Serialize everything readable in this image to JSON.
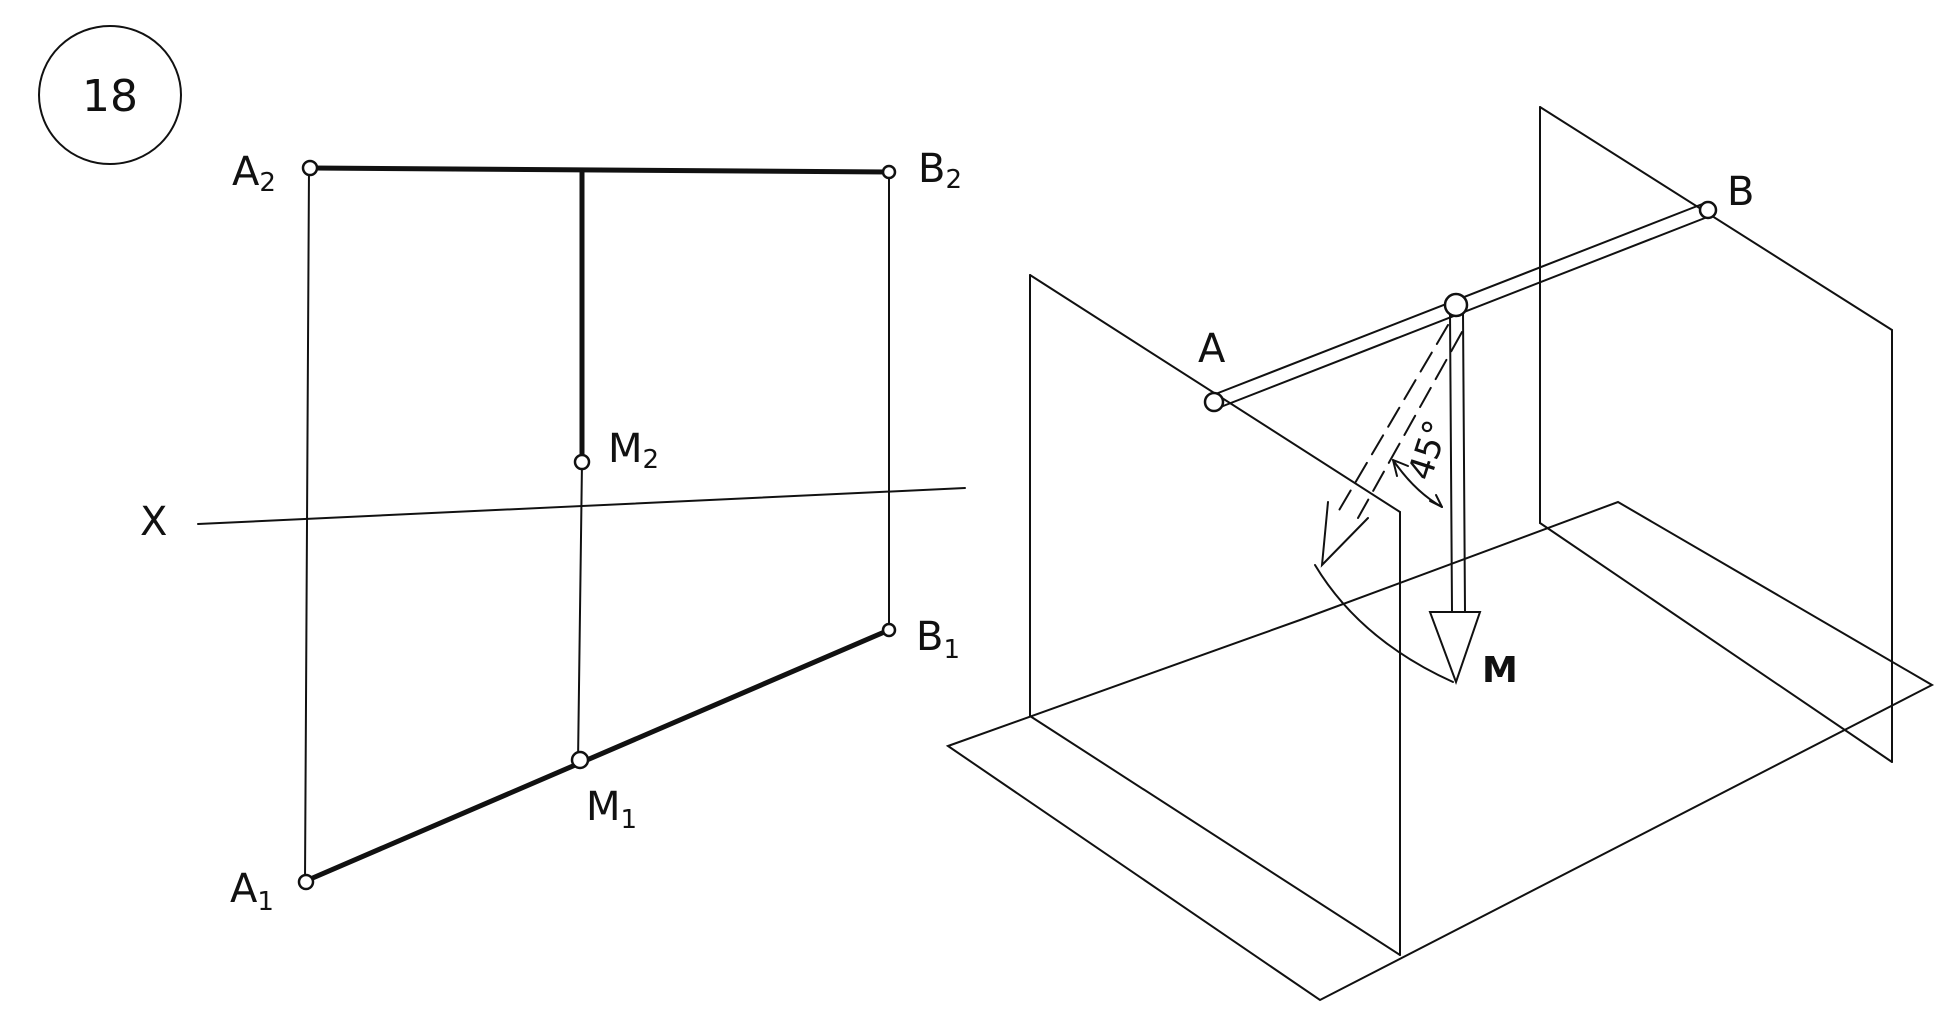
{
  "figure_number": "18",
  "orthographic": {
    "axis_label": "X",
    "A2": {
      "main": "A",
      "sub": "2"
    },
    "B2": {
      "main": "B",
      "sub": "2"
    },
    "M2": {
      "main": "M",
      "sub": "2"
    },
    "A1": {
      "main": "A",
      "sub": "1"
    },
    "B1": {
      "main": "B",
      "sub": "1"
    },
    "M1": {
      "main": "M",
      "sub": "1"
    }
  },
  "isometric": {
    "A": "A",
    "B": "B",
    "M": "M",
    "angle": "45°"
  }
}
